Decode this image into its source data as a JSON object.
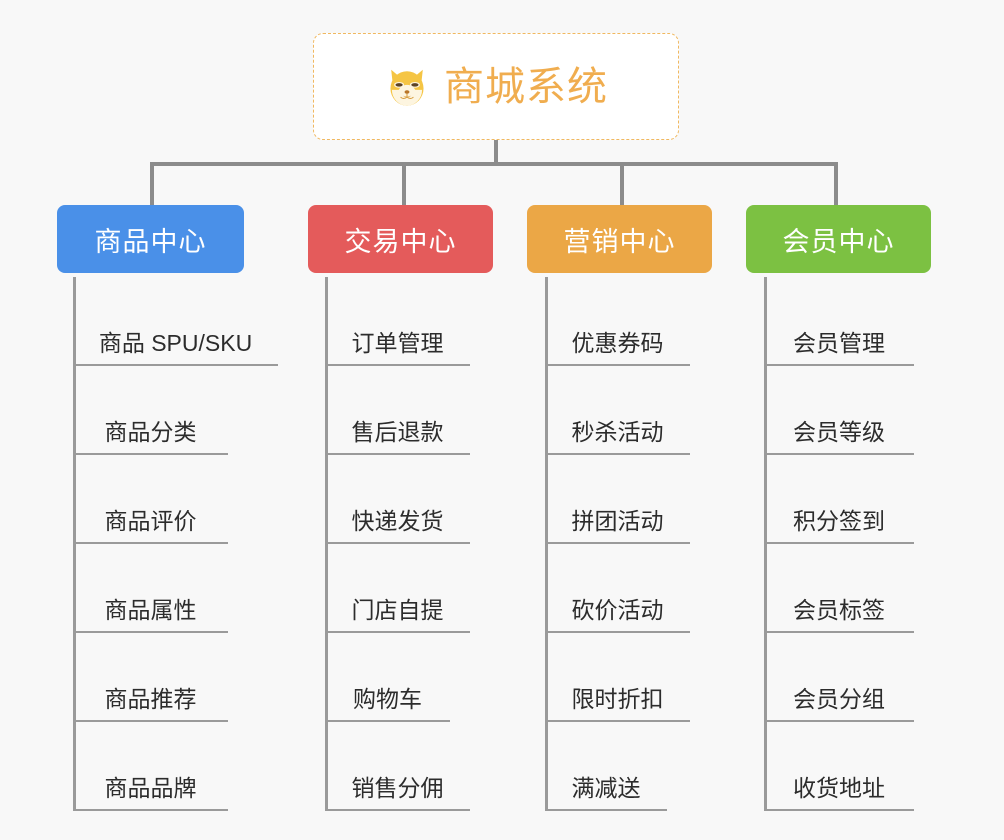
{
  "diagram": {
    "background_color": "#f8f8f8",
    "connector_color": "#8c8c8c",
    "leaf_line_color": "#9a9a9a"
  },
  "root": {
    "title": "商城系统",
    "icon": "shiba-dog-face-icon",
    "text_color": "#f0ad4f",
    "border_color": "#f0b860",
    "background": "#ffffff"
  },
  "categories": [
    {
      "label": "商品中心",
      "color": "#4a90e8",
      "items": [
        "商品 SPU/SKU",
        "商品分类",
        "商品评价",
        "商品属性",
        "商品推荐",
        "商品品牌"
      ]
    },
    {
      "label": "交易中心",
      "color": "#e45b5b",
      "items": [
        "订单管理",
        "售后退款",
        "快递发货",
        "门店自提",
        "购物车",
        "销售分佣"
      ]
    },
    {
      "label": "营销中心",
      "color": "#eba746",
      "items": [
        "优惠券码",
        "秒杀活动",
        "拼团活动",
        "砍价活动",
        "限时折扣",
        "满减送"
      ]
    },
    {
      "label": "会员中心",
      "color": "#7cc142",
      "items": [
        "会员管理",
        "会员等级",
        "积分签到",
        "会员标签",
        "会员分组",
        "收货地址"
      ]
    }
  ]
}
